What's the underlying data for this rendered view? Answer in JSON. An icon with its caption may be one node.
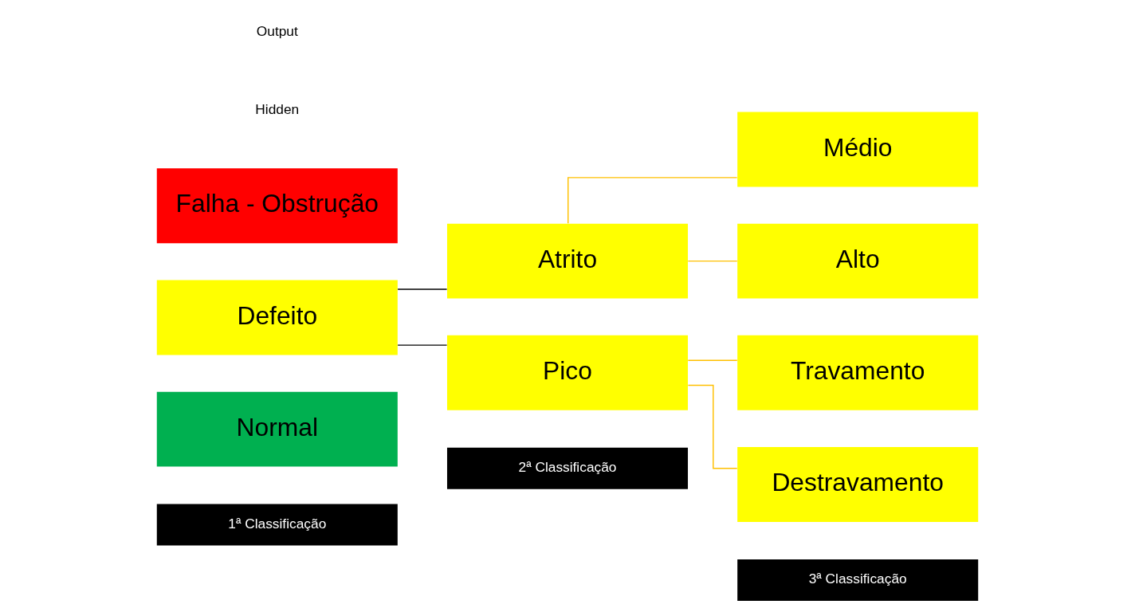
{
  "diagram": {
    "nodes": [
      {
        "text": [
          "1ª Classificação"
        ]
      },
      {
        "text": [
          "2ª Classificação"
        ]
      },
      {
        "text": [
          "3ª Classificação"
        ]
      },
      {
        "text": [
          "Normal"
        ]
      },
      {
        "text": [
          "Defeito"
        ]
      },
      {
        "text": [
          "Falha - Obstrução"
        ]
      },
      {
        "text": [
          "Atrito"
        ]
      },
      {
        "text": [
          "Pico"
        ]
      },
      {
        "text": [
          "Médio"
        ]
      },
      {
        "text": [
          "Alto"
        ]
      },
      {
        "text": [
          "Travamento"
        ]
      },
      {
        "text": [
          "Destravamento"
        ]
      }
    ],
    "edges": [
      {
        "from": 4,
        "to": 6,
        "arrow": "none",
        "color": "#000000"
      },
      {
        "from": 4,
        "to": 7,
        "arrow": "none",
        "color": "#000000"
      },
      {
        "from": 6,
        "to": 8,
        "arrow": "none",
        "color": "#ffc000"
      },
      {
        "from": 6,
        "to": 9,
        "arrow": "none",
        "color": "#ffc000"
      },
      {
        "from": 7,
        "to": 10,
        "arrow": "none",
        "color": "#ffc000"
      },
      {
        "from": 7,
        "to": 11,
        "arrow": "none",
        "color": "#ffc000"
      }
    ],
    "labels": [
      "Hidden",
      "Output"
    ]
  }
}
